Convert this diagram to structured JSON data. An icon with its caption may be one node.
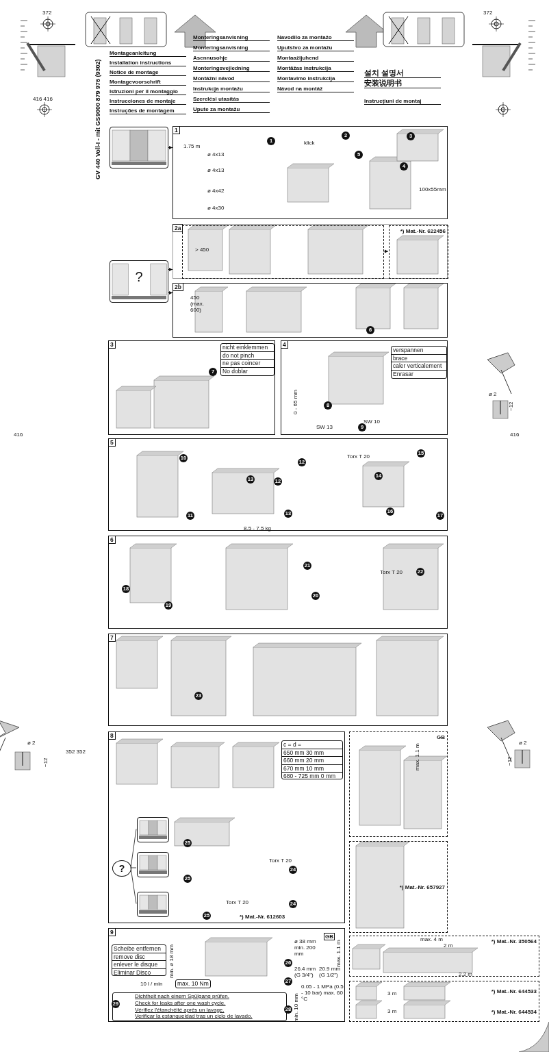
{
  "diagram": {
    "nodes": [
      {
        "text": [
          "1"
        ]
      },
      {
        "text": [
          "2a"
        ]
      },
      {
        "text": [],
        "shape": "box",
        "in": 1
      },
      {
        "text": [
          "*) Mat.-Nr. 622456"
        ],
        "in": 1
      },
      {
        "text": [
          "2b"
        ]
      },
      {
        "text": [
          "3"
        ]
      },
      {
        "text": [
          "nicht einklemmen",
          "do not pinch",
          "ne pas coincer",
          "No doblar"
        ],
        "in": 5
      },
      {
        "text": [
          "4"
        ]
      },
      {
        "text": [
          "verspannen",
          "brace",
          "caler verticalement",
          "Enrasar"
        ],
        "in": 7
      },
      {
        "text": [
          "5"
        ]
      },
      {
        "text": [
          "6"
        ]
      },
      {
        "text": [
          "7"
        ]
      },
      {
        "text": [
          "8"
        ]
      },
      {
        "text": [
          "c = d =",
          "650 mm 30 mm",
          "660 mm 20 mm",
          "670 mm 10 mm",
          "680 - 725 mm 0 mm"
        ],
        "in": 12
      },
      {
        "text": [
          "?"
        ],
        "in": 12
      },
      {
        "text": [],
        "shape": "picture",
        "in": 12
      },
      {
        "text": [],
        "shape": "picture",
        "in": 12
      },
      {
        "text": [],
        "shape": "picture",
        "in": 12
      },
      {
        "text": [
          "9"
        ]
      },
      {
        "text": [
          "Scheibe entfernen",
          "remove disc",
          "enlever le disque",
          "Eliminar Disco"
        ],
        "in": 18
      },
      {
        "text": [
          "Dichtheit nach einem Spülgang prüfen.",
          "Check for leaks after one wash cycle.",
          "Vérifiez l'étanchéité après un lavage.",
          "Verificar la estanqueidad tras un ciclo de lavado."
        ],
        "in": 18
      },
      {
        "text": [
          "max. 10 Nm"
        ],
        "in": 18
      },
      {
        "text": [
          "GB"
        ]
      },
      {
        "text": [
          "*) Mat.-Nr. 657927"
        ]
      },
      {
        "text": [
          "*) Mat.-Nr. 350564"
        ]
      },
      {
        "text": [
          "*) Mat.-Nr. 644533",
          "*) Mat.-Nr. 644534"
        ]
      },
      {
        "text": [],
        "shape": "picture"
      },
      {
        "text": [
          "?"
        ]
      }
    ],
    "edges": [
      {
        "from": 26,
        "to": 0,
        "arrow": "to"
      },
      {
        "from": 27,
        "to": 1,
        "arrow": "to"
      },
      {
        "from": 27,
        "to": 4,
        "arrow": "to"
      },
      {
        "from": 2,
        "to": 3,
        "arrow": "to"
      },
      {
        "from": 14,
        "to": 15,
        "arrow": "none"
      },
      {
        "from": 14,
        "to": 16,
        "arrow": "none"
      },
      {
        "from": 14,
        "to": 17,
        "arrow": "none"
      }
    ],
    "labels": [
      "372",
      "372",
      "416 416",
      "9000 879 976 (9302)",
      "GV 440 Voll-I - mit GS",
      "Montageanleitung",
      "Installation instructions",
      "Notice de montage",
      "Montagevoorschrift",
      "Istruzioni per il montaggio",
      "Instrucciones de montaje",
      "Instruções de montagem",
      "Monteringsanvisning",
      "Monteringsanvisning",
      "Asennusohje",
      "Monteringsvejledning",
      "Montážní návod",
      "Instrukcja montażu",
      "Szerelési utasítás",
      "Upute za montažu",
      "Navodilo za montažo",
      "Uputstvo za montažu",
      "Montaažijuhend",
      "Montāžas instrukcija",
      "Montavimo instrukcija",
      "Návod na montáž",
      "설치 설명서",
      "安装说明书",
      "Instrucţiuni de montaj",
      "1",
      "2",
      "3",
      "4",
      "5",
      "6",
      "7",
      "8",
      "9",
      "10",
      "11",
      "12",
      "12",
      "13",
      "13",
      "14",
      "15",
      "16",
      "17",
      "18",
      "19",
      "20",
      "21",
      "22",
      "23",
      "24",
      "24",
      "25",
      "25",
      "25",
      "26",
      "27",
      "28",
      "29",
      "klick",
      "1.75 m",
      "ø 4x13",
      "ø 4x13",
      "ø 4x42",
      "ø 4x30",
      "100x55mm",
      "> 450",
      "450 (max. 600)",
      "0 - 65 mm",
      "SW 13",
      "SW 10",
      "ø 2",
      "−12",
      "416",
      "416",
      "8.5 - 7.5 kg",
      "Torx T 20",
      "Torx T 20",
      "Torx T 20",
      "Torx T 20",
      "*) Mat.-Nr. 612603",
      "ø 2",
      "−12",
      "352 352",
      "ø 2",
      "−12",
      "max. 1.1 m",
      "max. 4 m",
      "2 m",
      "2.2 m",
      "3 m",
      "3 m",
      "min. ø 18 mm",
      "10 l / min",
      "ø 38 mm min. 200 mm",
      "max. 1.1 m",
      "26.4 mm (G 3/4\")",
      "20.9 mm (G 1/2\")",
      "0.05 - 1 MPa (0.5 - 10 bar) max. 60 °C",
      "min. 10 mm",
      "GB"
    ]
  }
}
